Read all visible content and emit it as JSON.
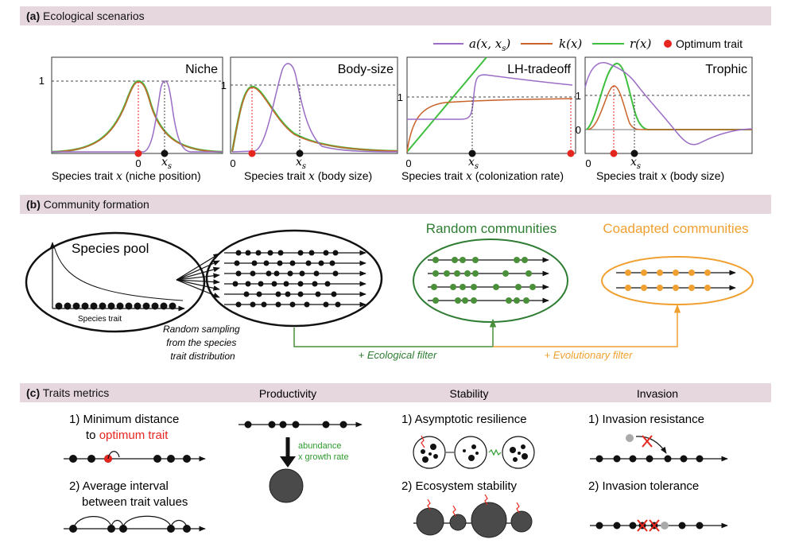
{
  "sections": {
    "a": {
      "label": "(a)",
      "title": "Ecological scenarios"
    },
    "b": {
      "label": "(b)",
      "title": "Community formation"
    },
    "c": {
      "label": "(c)",
      "title": "Traits metrics"
    }
  },
  "legend": {
    "items": [
      {
        "label": "a(x, x_s)",
        "text_main": "a(x, x",
        "text_sub": "s",
        "text_end": ")",
        "color": "#9b6dc6"
      },
      {
        "label": "k(x)",
        "text_main": "k(x)",
        "color": "#c8642c"
      },
      {
        "label": "r(x)",
        "text_main": "r(x)",
        "color": "#3fbf3f"
      },
      {
        "label": "Optimum trait",
        "color": "#e5261f"
      }
    ]
  },
  "panels": [
    {
      "title": "Niche",
      "xlabel_pre": "Species trait ",
      "xlabel_var": "x",
      "xlabel_post": " (niche position)",
      "y_tick": "1",
      "x_tick0": "0",
      "xs": "x",
      "xs_sub": "s"
    },
    {
      "title": "Body-size",
      "xlabel_pre": "Species trait ",
      "xlabel_var": "x",
      "xlabel_post": " (body size)",
      "y_tick": "1",
      "x_tick0": "0",
      "xs": "x",
      "xs_sub": "s"
    },
    {
      "title": "LH-tradeoff",
      "xlabel_pre": "Species trait ",
      "xlabel_var": "x",
      "xlabel_post": " (colonization rate)",
      "y_tick": "1",
      "x_tick0": "0",
      "xs": "x",
      "xs_sub": "s"
    },
    {
      "title": "Trophic",
      "xlabel_pre": "Species trait ",
      "xlabel_var": "x",
      "xlabel_post": " (body size)",
      "y_tick": "1",
      "y_tick0": "0",
      "x_tick0": "0",
      "xs": "x",
      "xs_sub": "s"
    }
  ],
  "community": {
    "species_pool": "Species pool",
    "species_trait": "Species trait",
    "sampling_note": [
      "Random sampling",
      "from the species",
      "trait distribution"
    ],
    "random_title": "Random communities",
    "coadapted_title": "Coadapted communities",
    "eco_filter": "+ Ecological filter",
    "evo_filter": "+ Evolutionary filter",
    "colors": {
      "random": "#2e7d32",
      "coadapted": "#f0a030",
      "eco_line": "#4a8f3a",
      "evo_line": "#f0a030"
    }
  },
  "metrics": {
    "min_distance": {
      "prefix": "1) Minimum distance",
      "line2_pre": "to ",
      "line2_red": "optimum trait"
    },
    "avg_interval": [
      "2) Average interval",
      "between trait values"
    ],
    "productivity": {
      "title": "Productivity",
      "note": [
        "abundance",
        "x growth rate"
      ]
    },
    "stability": {
      "title": "Stability",
      "item1": "1) Asymptotic resilience",
      "item2": "2) Ecosystem stability"
    },
    "invasion": {
      "title": "Invasion",
      "item1": "1) Invasion resistance",
      "item2": "2) Invasion tolerance"
    }
  }
}
